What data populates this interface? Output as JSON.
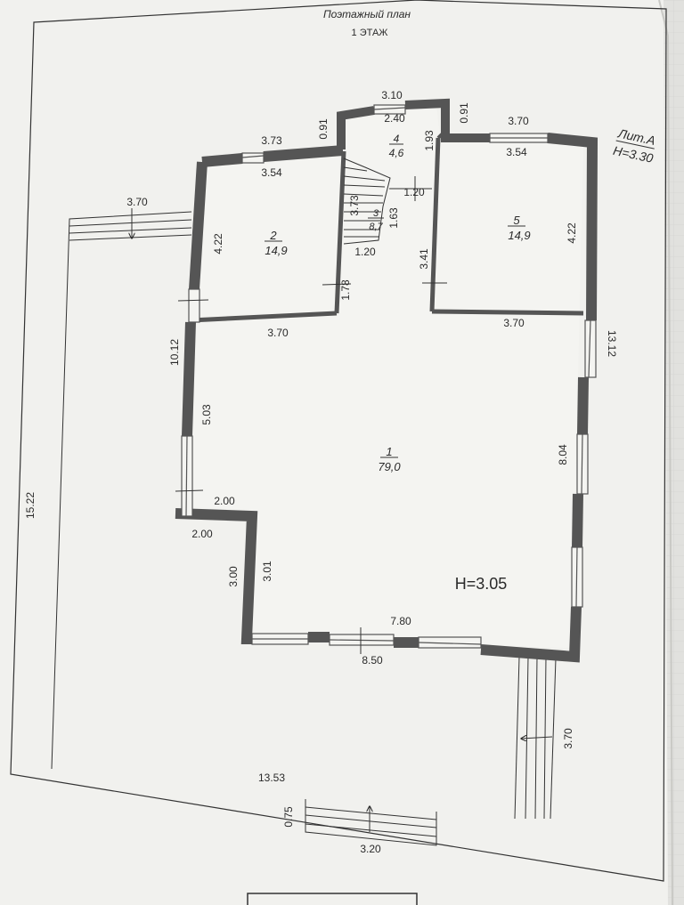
{
  "header": {
    "title": "Поэтажный план",
    "floor": "1 ЭТАЖ"
  },
  "stamp": {
    "lit": "Лит.А",
    "height": "H=3.30"
  },
  "rooms": [
    {
      "number": "1",
      "area": "79,0"
    },
    {
      "number": "2",
      "area": "14,9"
    },
    {
      "number": "3",
      "area": "8,7"
    },
    {
      "number": "4",
      "area": "4,6"
    },
    {
      "number": "5",
      "area": "14,9"
    }
  ],
  "main_height": "H=3.05",
  "dimensions": {
    "d_3_10": "3.10",
    "d_2_40": "2.40",
    "d_0_91_left": "0.91",
    "d_0_91_right": "0.91",
    "d_3_73_top": "3.73",
    "d_3_54_left": "3.54",
    "d_3_70_right_top": "3.70",
    "d_3_54_right": "3.54",
    "d_1_93": "1.93",
    "d_3_73_stair": "3.73",
    "d_1_20_a": "1.20",
    "d_1_63": "1.63",
    "d_1_20_b": "1.20",
    "d_3_70_terrace": "3.70",
    "d_4_22_left": "4.22",
    "d_4_22_right": "4.22",
    "d_3_41": "3.41",
    "d_1_78": "1.78",
    "d_3_70_mid_left": "3.70",
    "d_3_70_mid_right": "3.70",
    "d_13_12": "13.12",
    "d_10_12": "10.12",
    "d_5_03": "5.03",
    "d_8_04": "8.04",
    "d_2_00_a": "2.00",
    "d_2_00_b": "2.00",
    "d_3_00": "3.00",
    "d_3_01": "3.01",
    "d_7_80": "7.80",
    "d_8_50": "8.50",
    "d_15_22": "15.22",
    "d_13_53": "13.53",
    "d_0_75": "0.75",
    "d_3_20": "3.20",
    "d_3_70_steps": "3.70"
  },
  "colors": {
    "paper": "#f1f1ee",
    "wall": "#555555",
    "line": "#2a2a2a",
    "grid": "#b9b9b9"
  }
}
